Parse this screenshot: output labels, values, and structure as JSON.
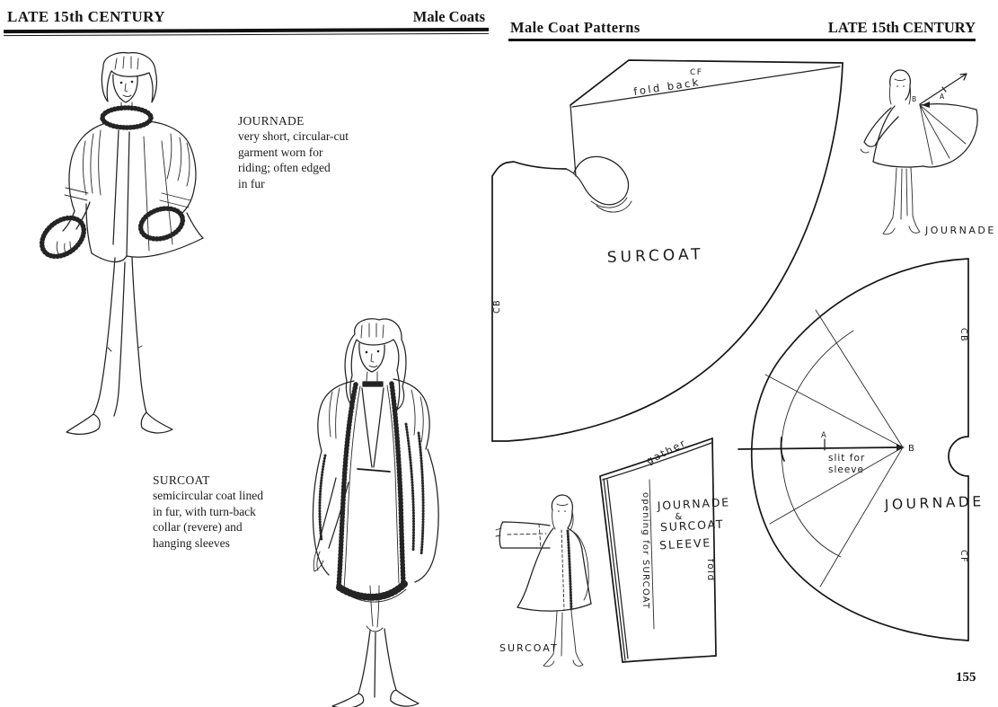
{
  "left_page": {
    "header": {
      "title": "LATE 15th CENTURY",
      "section": "Male Coats"
    },
    "journade_caption": {
      "term": "JOURNADE",
      "line1": "very short, circular-cut",
      "line2": "garment worn for",
      "line3": "riding; often edged",
      "line4": "in fur"
    },
    "surcoat_caption": {
      "term": "SURCOAT",
      "line1": "semicircular coat lined",
      "line2": "in fur, with turn-back",
      "line3": "collar (revere) and",
      "line4": "hanging sleeves"
    }
  },
  "right_page": {
    "header": {
      "title": "Male Coat Patterns",
      "section": "LATE 15th CENTURY"
    },
    "page_number": "155",
    "surcoat_pattern": {
      "name": "SURCOAT",
      "cf": "CF",
      "cb": "CB",
      "fold_back": "fold back"
    },
    "journade_pattern": {
      "name": "JOURNADE",
      "cb": "CB",
      "cf": "CF",
      "slit_line1": "slit for",
      "slit_line2": "sleeve",
      "point_a": "A",
      "point_b": "B"
    },
    "sleeve_pattern": {
      "name_line1": "JOURNADE",
      "amp": "&",
      "name_line2": "SURCOAT",
      "name_line3": "SLEEVE",
      "gather": "gather",
      "fold": "fold",
      "opening": "opening for SURCOAT"
    },
    "journade_figure_label": "JOURNADE",
    "surcoat_figure_label": "SURCOAT",
    "figure_point_a": "A",
    "figure_point_b": "B"
  }
}
